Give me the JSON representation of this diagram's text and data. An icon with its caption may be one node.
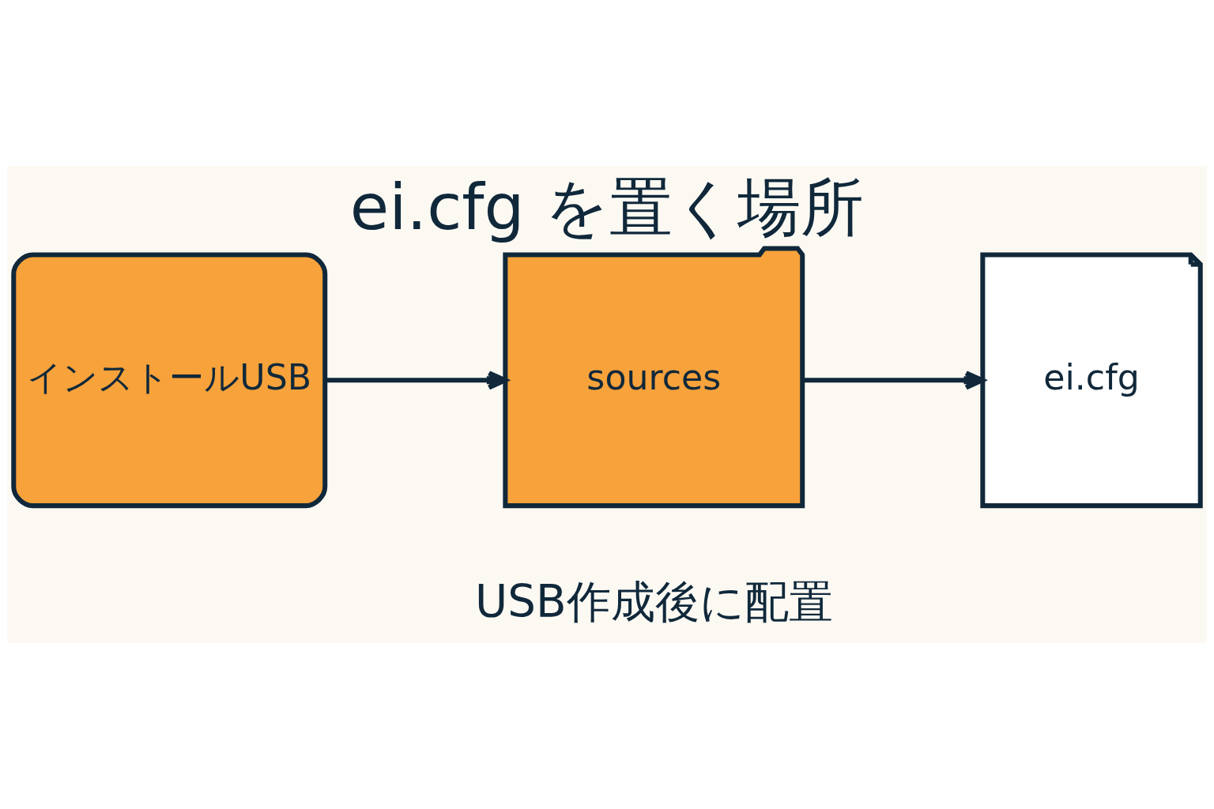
{
  "diagram": {
    "title": "ei.cfg を置く場所",
    "caption": "USB作成後に配置",
    "nodes": [
      {
        "text": [
          "インストールUSB"
        ]
      },
      {
        "text": [
          "sources"
        ]
      },
      {
        "text": [
          "ei.cfg"
        ]
      }
    ],
    "edges": [
      {
        "from": 0,
        "to": 1,
        "arrow": "to"
      },
      {
        "from": 1,
        "to": 2,
        "arrow": "to"
      }
    ]
  }
}
